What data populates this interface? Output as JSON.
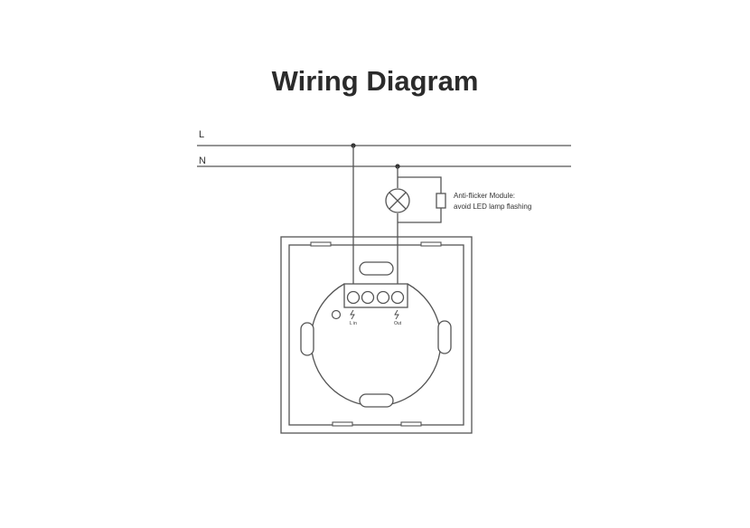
{
  "title": "Wiring Diagram",
  "lines": {
    "live_label": "L",
    "neutral_label": "N"
  },
  "module": {
    "line1": "Anti-flicker Module:",
    "line2": "avoid LED lamp flashing"
  },
  "terminals": {
    "lin_label": "L in",
    "out_label": "Out"
  },
  "colors": {
    "stroke": "#555555",
    "text": "#2b2b2b"
  }
}
